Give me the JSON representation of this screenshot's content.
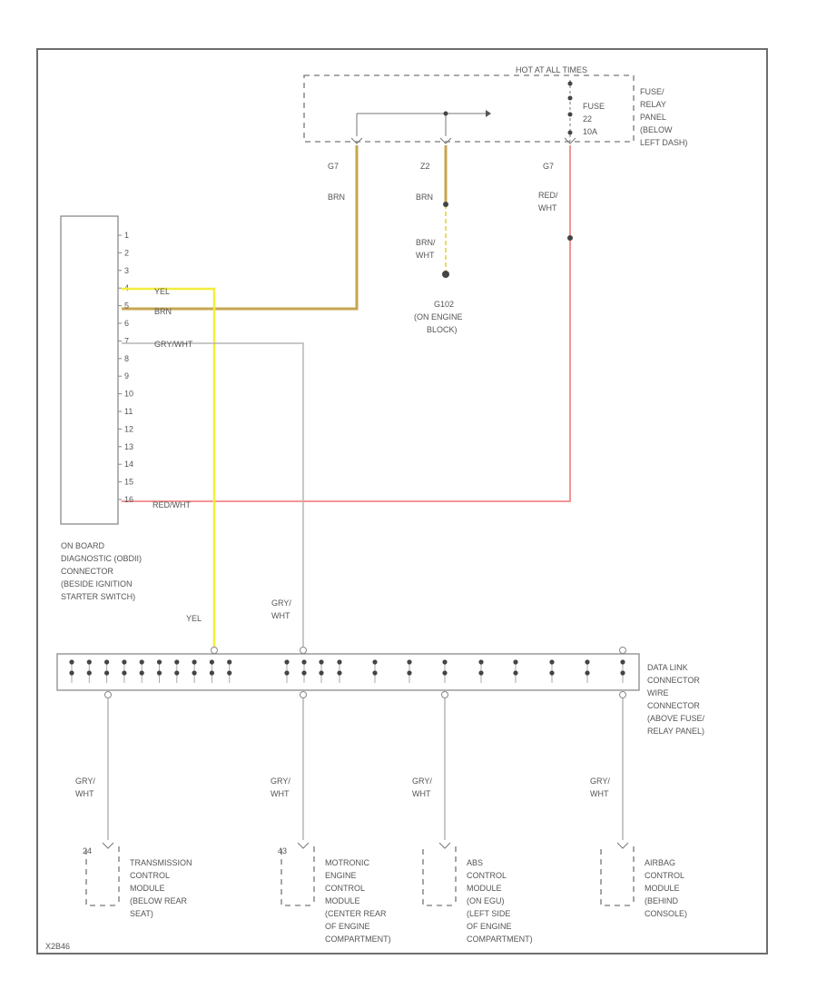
{
  "fuse_box": {
    "hot_label": "HOT AT ALL TIMES",
    "fuse_label": [
      "FUSE",
      "22",
      "10A"
    ],
    "panel_label": [
      "FUSE/",
      "RELAY",
      "PANEL",
      "(BELOW",
      "LEFT DASH)"
    ]
  },
  "wires": {
    "w1_pin": "G7",
    "w1_color": "BRN",
    "w2_pin": "Z2",
    "w2_color": "BRN",
    "w2_color2": [
      "BRN/",
      "WHT"
    ],
    "w3_pin": "G7",
    "w3_color": [
      "RED/",
      "WHT"
    ],
    "ground_label": [
      "G102",
      "(ON ENGINE",
      "BLOCK)"
    ],
    "yel": "YEL",
    "brn": "BRN",
    "gry_wht": "GRY/WHT",
    "red_wht": "RED/WHT",
    "yel_lower": "YEL",
    "gry_wht_upper": [
      "GRY/",
      "WHT"
    ]
  },
  "obd": {
    "pins": [
      "1",
      "2",
      "3",
      "4",
      "5",
      "6",
      "7",
      "8",
      "9",
      "10",
      "11",
      "12",
      "13",
      "14",
      "15",
      "16"
    ],
    "label": [
      "ON BOARD",
      "DIAGNOSTIC (OBDII)",
      "CONNECTOR",
      "(BESIDE IGNITION",
      "STARTER SWITCH)"
    ]
  },
  "data_link": {
    "label": [
      "DATA LINK",
      "CONNECTOR",
      "WIRE",
      "CONNECTOR",
      "(ABOVE FUSE/",
      "RELAY PANEL)"
    ]
  },
  "branches": [
    {
      "wire": [
        "GRY/",
        "WHT"
      ],
      "pin": "24",
      "module": [
        "TRANSMISSION",
        "CONTROL",
        "MODULE",
        "(BELOW REAR",
        "SEAT)"
      ]
    },
    {
      "wire": [
        "GRY/",
        "WHT"
      ],
      "pin": "43",
      "module": [
        "MOTRONIC",
        "ENGINE",
        "CONTROL",
        "MODULE",
        "(CENTER REAR",
        "OF ENGINE",
        "COMPARTMENT)"
      ]
    },
    {
      "wire": [
        "GRY/",
        "WHT"
      ],
      "pin": "",
      "module": [
        "ABS",
        "CONTROL",
        "MODULE",
        "(ON EGU)",
        "(LEFT SIDE",
        "OF ENGINE",
        "COMPARTMENT)"
      ]
    },
    {
      "wire": [
        "GRY/",
        "WHT"
      ],
      "pin": "",
      "module": [
        "AIRBAG",
        "CONTROL",
        "MODULE",
        "(BEHIND",
        "CONSOLE)"
      ]
    }
  ],
  "footer": {
    "code": "X2B46"
  }
}
